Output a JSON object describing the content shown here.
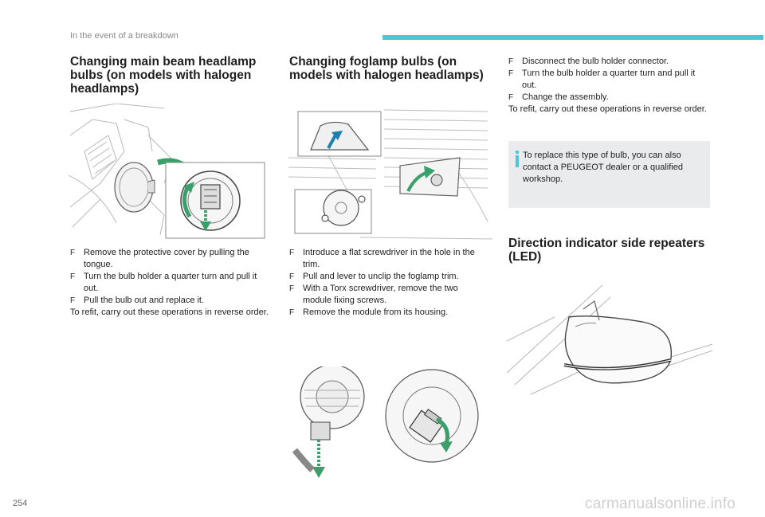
{
  "header": {
    "section": "In the event of a breakdown"
  },
  "col1": {
    "title": "Changing main beam headlamp bulbs (on models with halogen headlamps)",
    "steps": [
      "Remove the protective cover by pulling the tongue.",
      "Turn the bulb holder a quarter turn and pull it out.",
      "Pull the bulb out and replace it."
    ],
    "note": "To refit, carry out these operations in reverse order."
  },
  "col2": {
    "title": "Changing foglamp bulbs (on models with halogen headlamps)",
    "steps": [
      "Introduce a flat screwdriver in the hole in the trim.",
      "Pull and lever to unclip the foglamp trim.",
      "With a Torx screwdriver, remove the two module fixing screws.",
      "Remove the module from its housing."
    ]
  },
  "col3": {
    "steps": [
      "Disconnect the bulb holder connector.",
      "Turn the bulb holder a quarter turn and pull it out.",
      "Change the assembly."
    ],
    "note": "To refit, carry out these operations in reverse order.",
    "info": "To replace this type of bulb, you can also contact a PEUGEOT dealer or a qualified workshop.",
    "title2": "Direction indicator side repeaters (LED)"
  },
  "step_marker": "F",
  "page_number": "254",
  "watermark": "carmanualsonline.info",
  "colors": {
    "accent": "#4cc4dc",
    "arrow": "#3aa06a",
    "arrow_blue": "#1f7fae",
    "info_bg": "#e9ebed"
  }
}
